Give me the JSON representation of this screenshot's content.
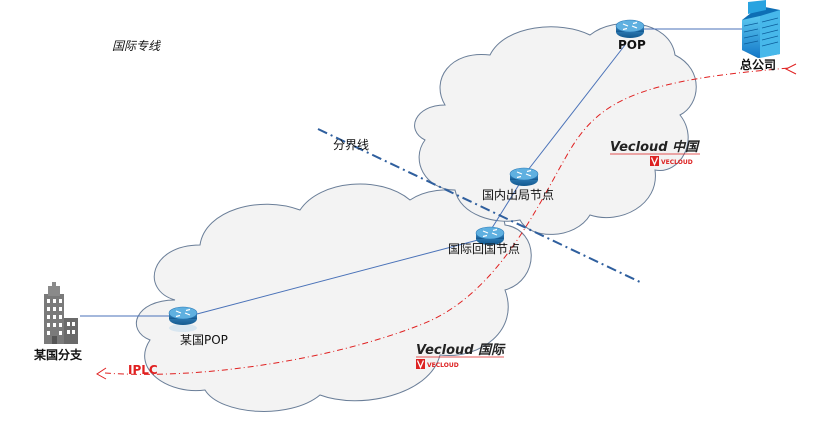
{
  "title": "国际专线",
  "boundary_label": "分界线",
  "nodes": {
    "pop": "POP",
    "hq": "总公司",
    "domestic_exit": "国内出局节点",
    "intl_return": "国际回国节点",
    "branch_pop": "某国POP",
    "branch": "某国分支"
  },
  "clouds": {
    "china": "Vecloud 中国",
    "intl": "Vecloud 国际"
  },
  "logo_text": "VECLOUD",
  "iplc_label": "IPLC",
  "colors": {
    "cloud_fill": "#f3f3f3",
    "cloud_stroke": "#6a7e98",
    "link": "#4a72b8",
    "boundary": "#2f5f9e",
    "iplc": "#e02020",
    "router_top": "#5aa6d6",
    "router_body": "#1f78b4",
    "building": "#7a7a7a",
    "hq_building": "#29a3e0"
  }
}
